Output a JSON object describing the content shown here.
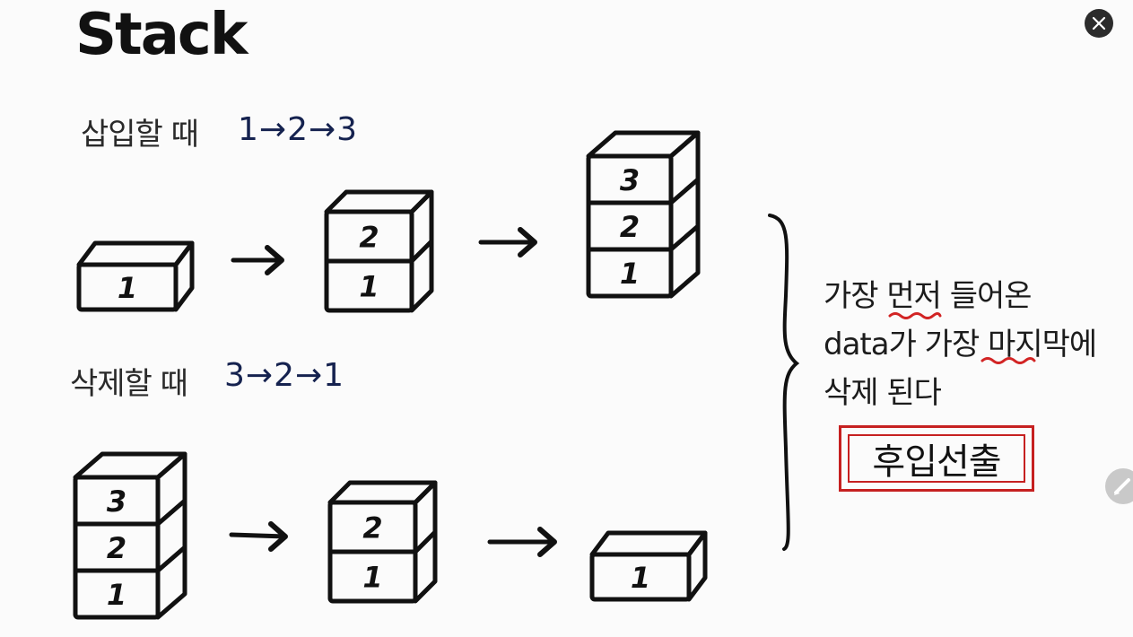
{
  "title": "Stack",
  "insert": {
    "label": "삽입할 때",
    "sequence": "1→2→3",
    "stacks": [
      [
        "1"
      ],
      [
        "2",
        "1"
      ],
      [
        "3",
        "2",
        "1"
      ]
    ]
  },
  "delete": {
    "label": "삭제할 때",
    "sequence": "3→2→1",
    "stacks": [
      [
        "3",
        "2",
        "1"
      ],
      [
        "2",
        "1"
      ],
      [
        "1"
      ]
    ]
  },
  "note": {
    "line1": "가장 먼저 들어온",
    "line2": "data가 가장 마지막에",
    "line3": "삭제 된다"
  },
  "highlight": "후입선출",
  "colors": {
    "ink": "#111111",
    "sequence": "#15224f",
    "underline": "#d22424",
    "stamp": "#c62020"
  },
  "controls": {
    "close_icon": "close-icon",
    "edit_icon": "pencil-icon"
  }
}
